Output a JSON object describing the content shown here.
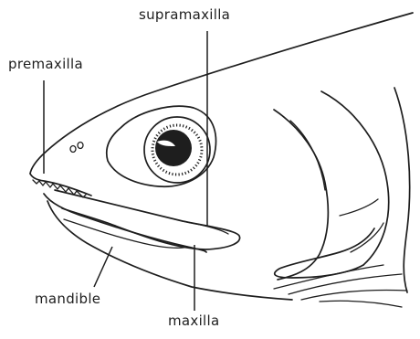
{
  "labels": {
    "supramaxilla": "supramaxilla",
    "premaxilla": "premaxilla",
    "mandible": "mandible",
    "maxilla": "maxilla"
  },
  "colors": {
    "ink": "#1e1e1e",
    "background": "#ffffff"
  }
}
